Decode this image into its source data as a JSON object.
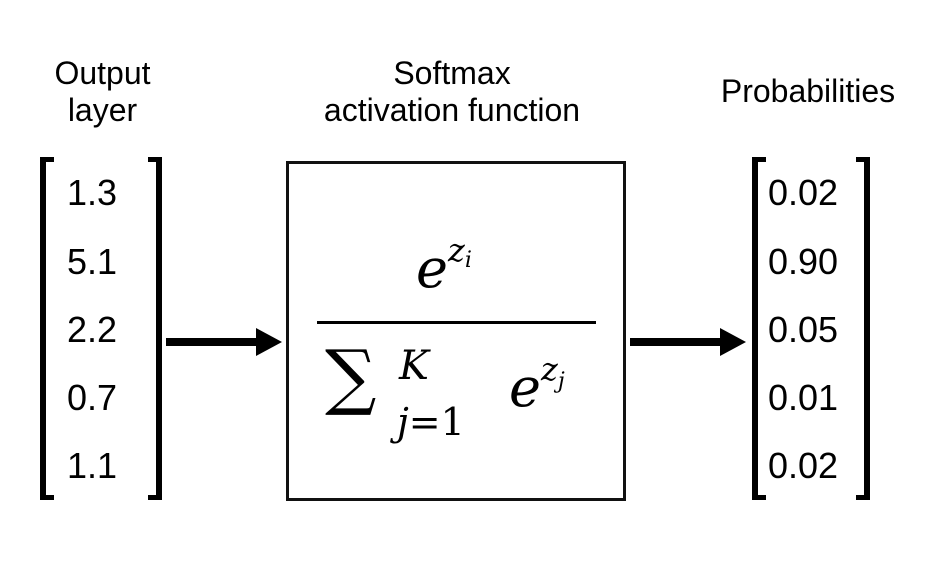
{
  "headings": {
    "output_layer": [
      "Output",
      "layer"
    ],
    "softmax": [
      "Softmax",
      "activation function"
    ],
    "probabilities": "Probabilities"
  },
  "output_layer_values": [
    "1.3",
    "5.1",
    "2.2",
    "0.7",
    "1.1"
  ],
  "formula": {
    "numerator_base": "e",
    "numerator_exp": "z",
    "numerator_exp_sub": "i",
    "sum_symbol": "∑",
    "sum_upper": "K",
    "sum_lower_var": "j",
    "sum_lower_eq": "=1",
    "denominator_base": "e",
    "denominator_exp": "z",
    "denominator_exp_sub": "j"
  },
  "probability_values": [
    "0.02",
    "0.90",
    "0.05",
    "0.01",
    "0.02"
  ]
}
